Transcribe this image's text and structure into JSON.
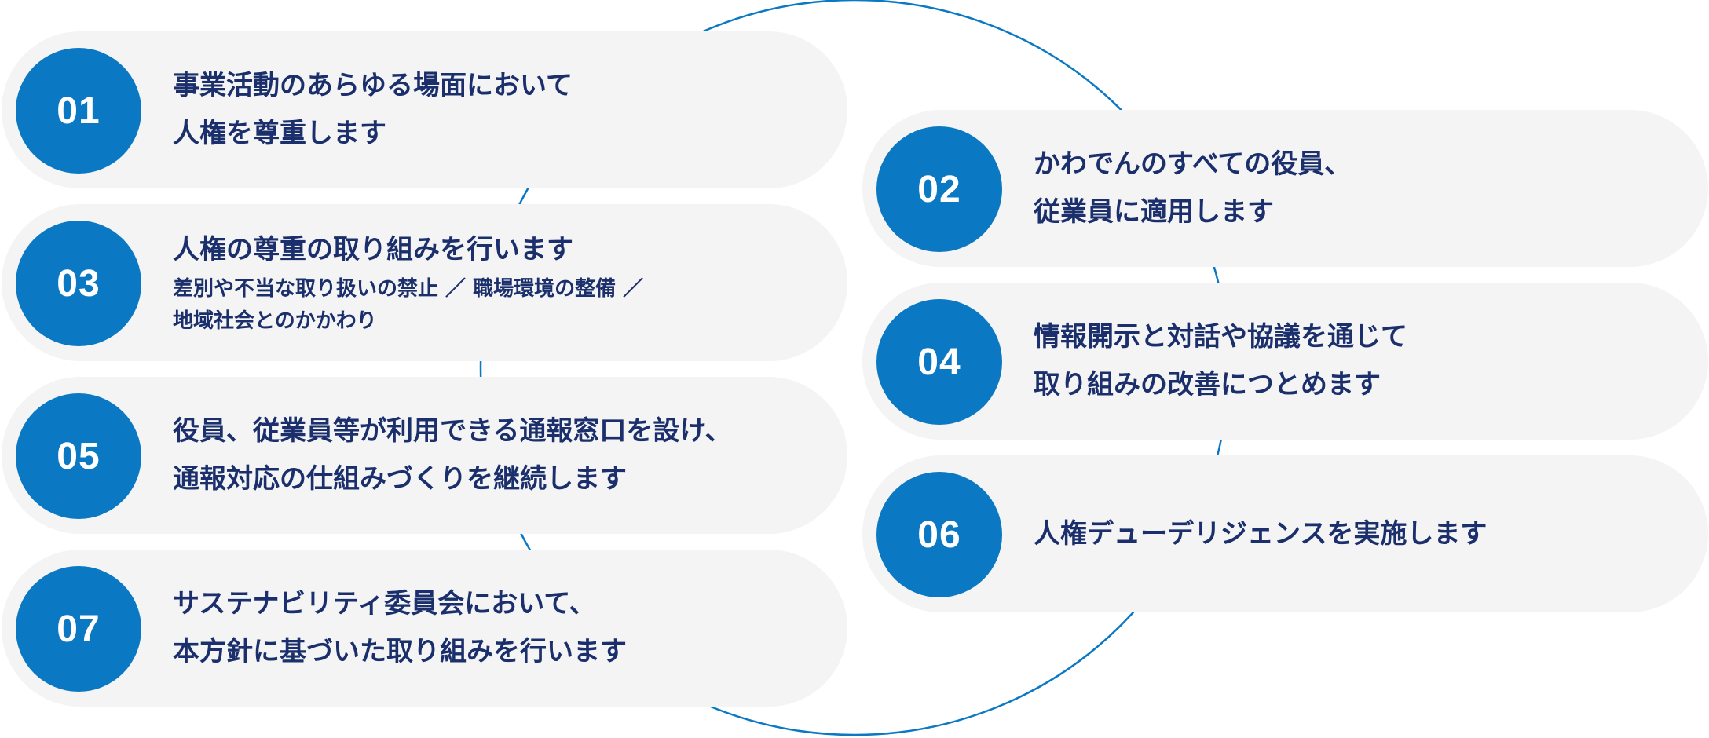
{
  "colors": {
    "badge": "#0a78c2",
    "card": "#f4f4f5",
    "text": "#1a2f6b",
    "ring": "#0a78c2"
  },
  "cards": [
    {
      "number": "01",
      "lines": [
        "事業活動のあらゆる場面において",
        "人権を尊重します"
      ],
      "sub": []
    },
    {
      "number": "02",
      "lines": [
        "かわでんのすべての役員、",
        "従業員に適用します"
      ],
      "sub": []
    },
    {
      "number": "03",
      "lines": [
        "人権の尊重の取り組みを行います"
      ],
      "sub": [
        "差別や不当な取り扱いの禁止 ／ 職場環境の整備 ／",
        "地域社会とのかかわり"
      ]
    },
    {
      "number": "04",
      "lines": [
        "情報開示と対話や協議を通じて",
        "取り組みの改善につとめます"
      ],
      "sub": []
    },
    {
      "number": "05",
      "lines": [
        "役員、従業員等が利用できる通報窓口を設け、",
        "通報対応の仕組みづくりを継続します"
      ],
      "sub": []
    },
    {
      "number": "06",
      "lines": [
        "人権デューデリジェンスを実施します"
      ],
      "sub": []
    },
    {
      "number": "07",
      "lines": [
        "サステナビリティ委員会において、",
        "本方針に基づいた取り組みを行います"
      ],
      "sub": []
    }
  ]
}
